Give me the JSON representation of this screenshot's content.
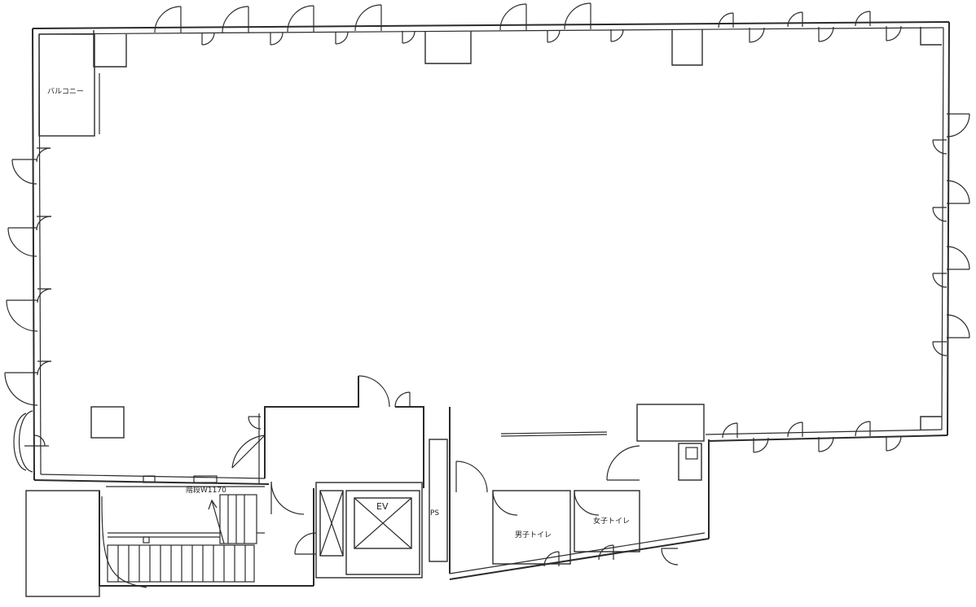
{
  "labels": {
    "balcony": "バルコニー",
    "elevator": "EV",
    "pipe_space": "PS",
    "mens_toilet": "男子トイレ",
    "womens_toilet": "女子トイレ",
    "stair_note": "階段W1170"
  }
}
